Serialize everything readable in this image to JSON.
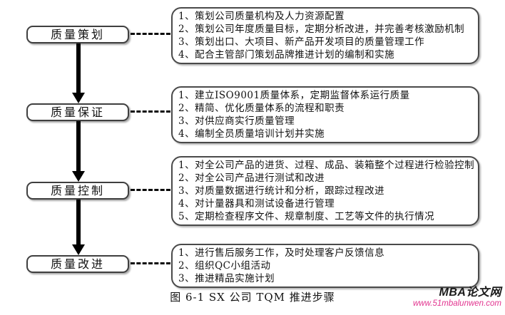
{
  "diagram": {
    "stages": [
      {
        "label": "质量策划",
        "tasks": [
          "1、策划公司质量机构及人力资源配置",
          "2、策划公司年度质量目标，定期分析改进，并完善考核激励机制",
          "3、策划出口、大项目、新产品开发项目的质量管理工作",
          "4、配合主管部门策划品牌推进计划的编制和实施"
        ]
      },
      {
        "label": "质量保证",
        "tasks": [
          "1、建立ISO9001质量体系，定期监督体系运行质量",
          "2、精简、优化质量体系的流程和职责",
          "3、对供应商实行质量管理",
          "4、编制全员质量培训计划并实施"
        ]
      },
      {
        "label": "质量控制",
        "tasks": [
          "1、对全公司产品的进货、过程、成品、装箱整个过程进行检验控制",
          "2、对全公司产品进行测试和改进",
          "3、对质量数据进行统计和分析，跟踪过程改进",
          "4、对计量器具和测试设备进行管理",
          "5、定期检查程序文件、规章制度、工艺等文件的执行情况"
        ]
      },
      {
        "label": "质量改进",
        "tasks": [
          "1、进行售后服务工作，及时处理客户反馈信息",
          "2、组织QC小组活动",
          "3、推进精品实施计划"
        ]
      }
    ],
    "caption": "图 6-1 SX 公司 TQM 推进步骤"
  },
  "watermark": {
    "brand": "MBA论文网",
    "url": "www.51mbalunwen.com"
  },
  "colors": {
    "box_border": "#3f3f3f",
    "arrow": "#000000",
    "dash": "#0a0a0a",
    "watermark_url": "#e2348f"
  }
}
